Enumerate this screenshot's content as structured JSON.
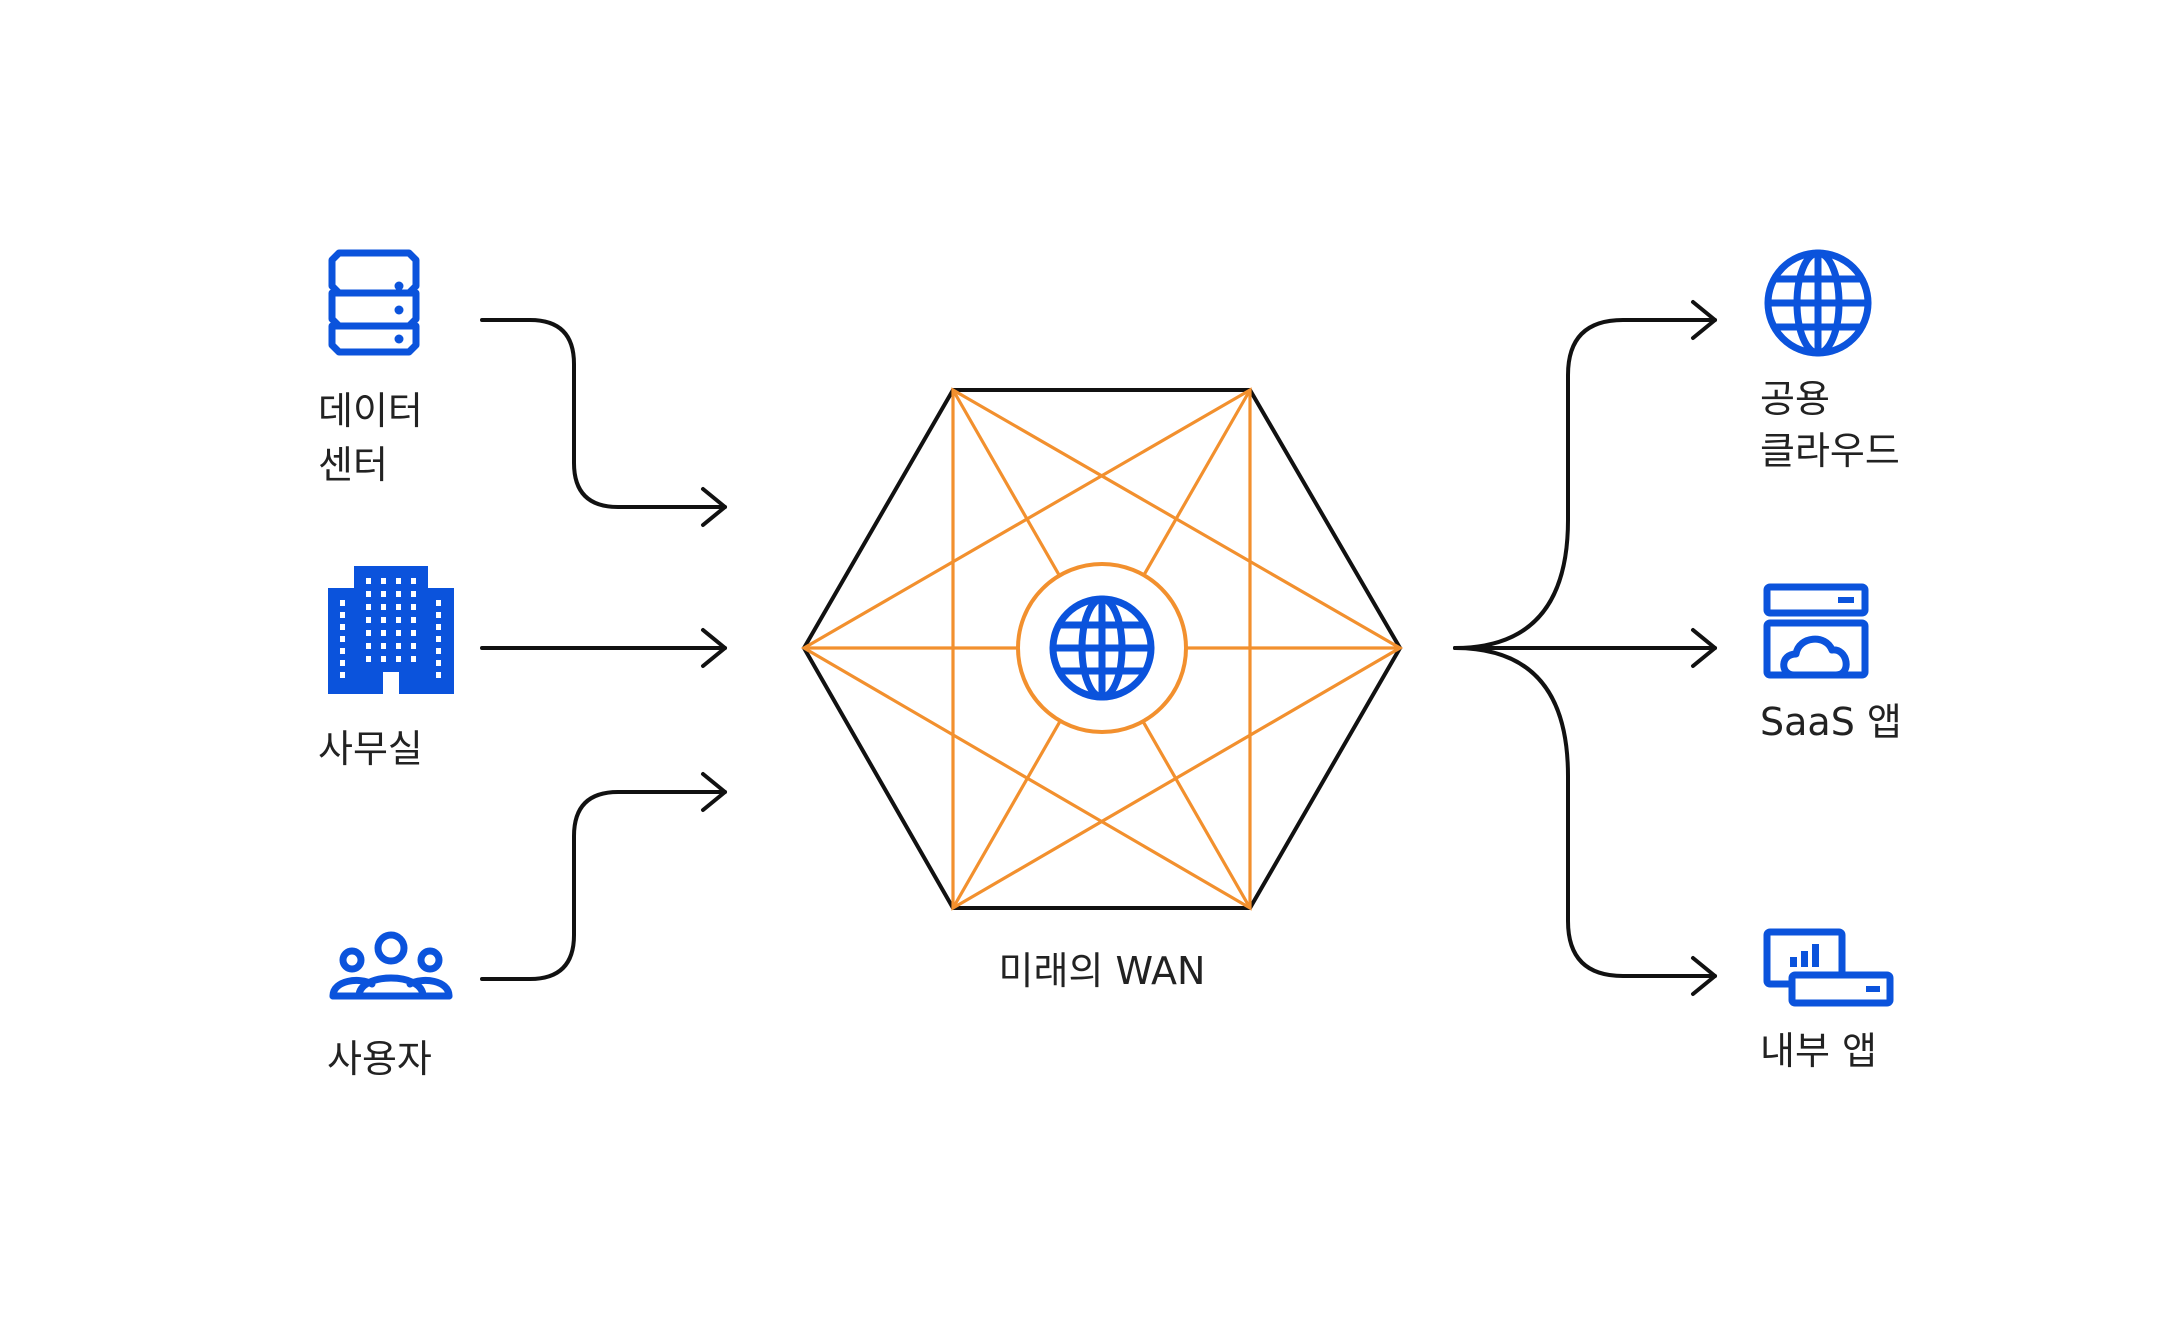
{
  "colors": {
    "icon": "#0b53dc",
    "mesh": "#f2902e",
    "line": "#111111",
    "text": "#222222",
    "background": "#ffffff"
  },
  "sources": [
    {
      "id": "datacenter",
      "icon": "server-stack-icon",
      "label_lines": [
        "데이터",
        "센터"
      ]
    },
    {
      "id": "office",
      "icon": "office-building-icon",
      "label_lines": [
        "사무실"
      ]
    },
    {
      "id": "users",
      "icon": "users-group-icon",
      "label_lines": [
        "사용자"
      ]
    }
  ],
  "hub": {
    "label": "미래의 WAN",
    "icon": "globe-icon"
  },
  "destinations": [
    {
      "id": "public-cloud",
      "icon": "globe-icon",
      "label_lines": [
        "공용",
        "클라우드"
      ]
    },
    {
      "id": "saas-app",
      "icon": "cloud-server-icon",
      "label_lines": [
        "SaaS 앱"
      ]
    },
    {
      "id": "internal-app",
      "icon": "dashboard-server-icon",
      "label_lines": [
        "내부 앱"
      ]
    }
  ]
}
